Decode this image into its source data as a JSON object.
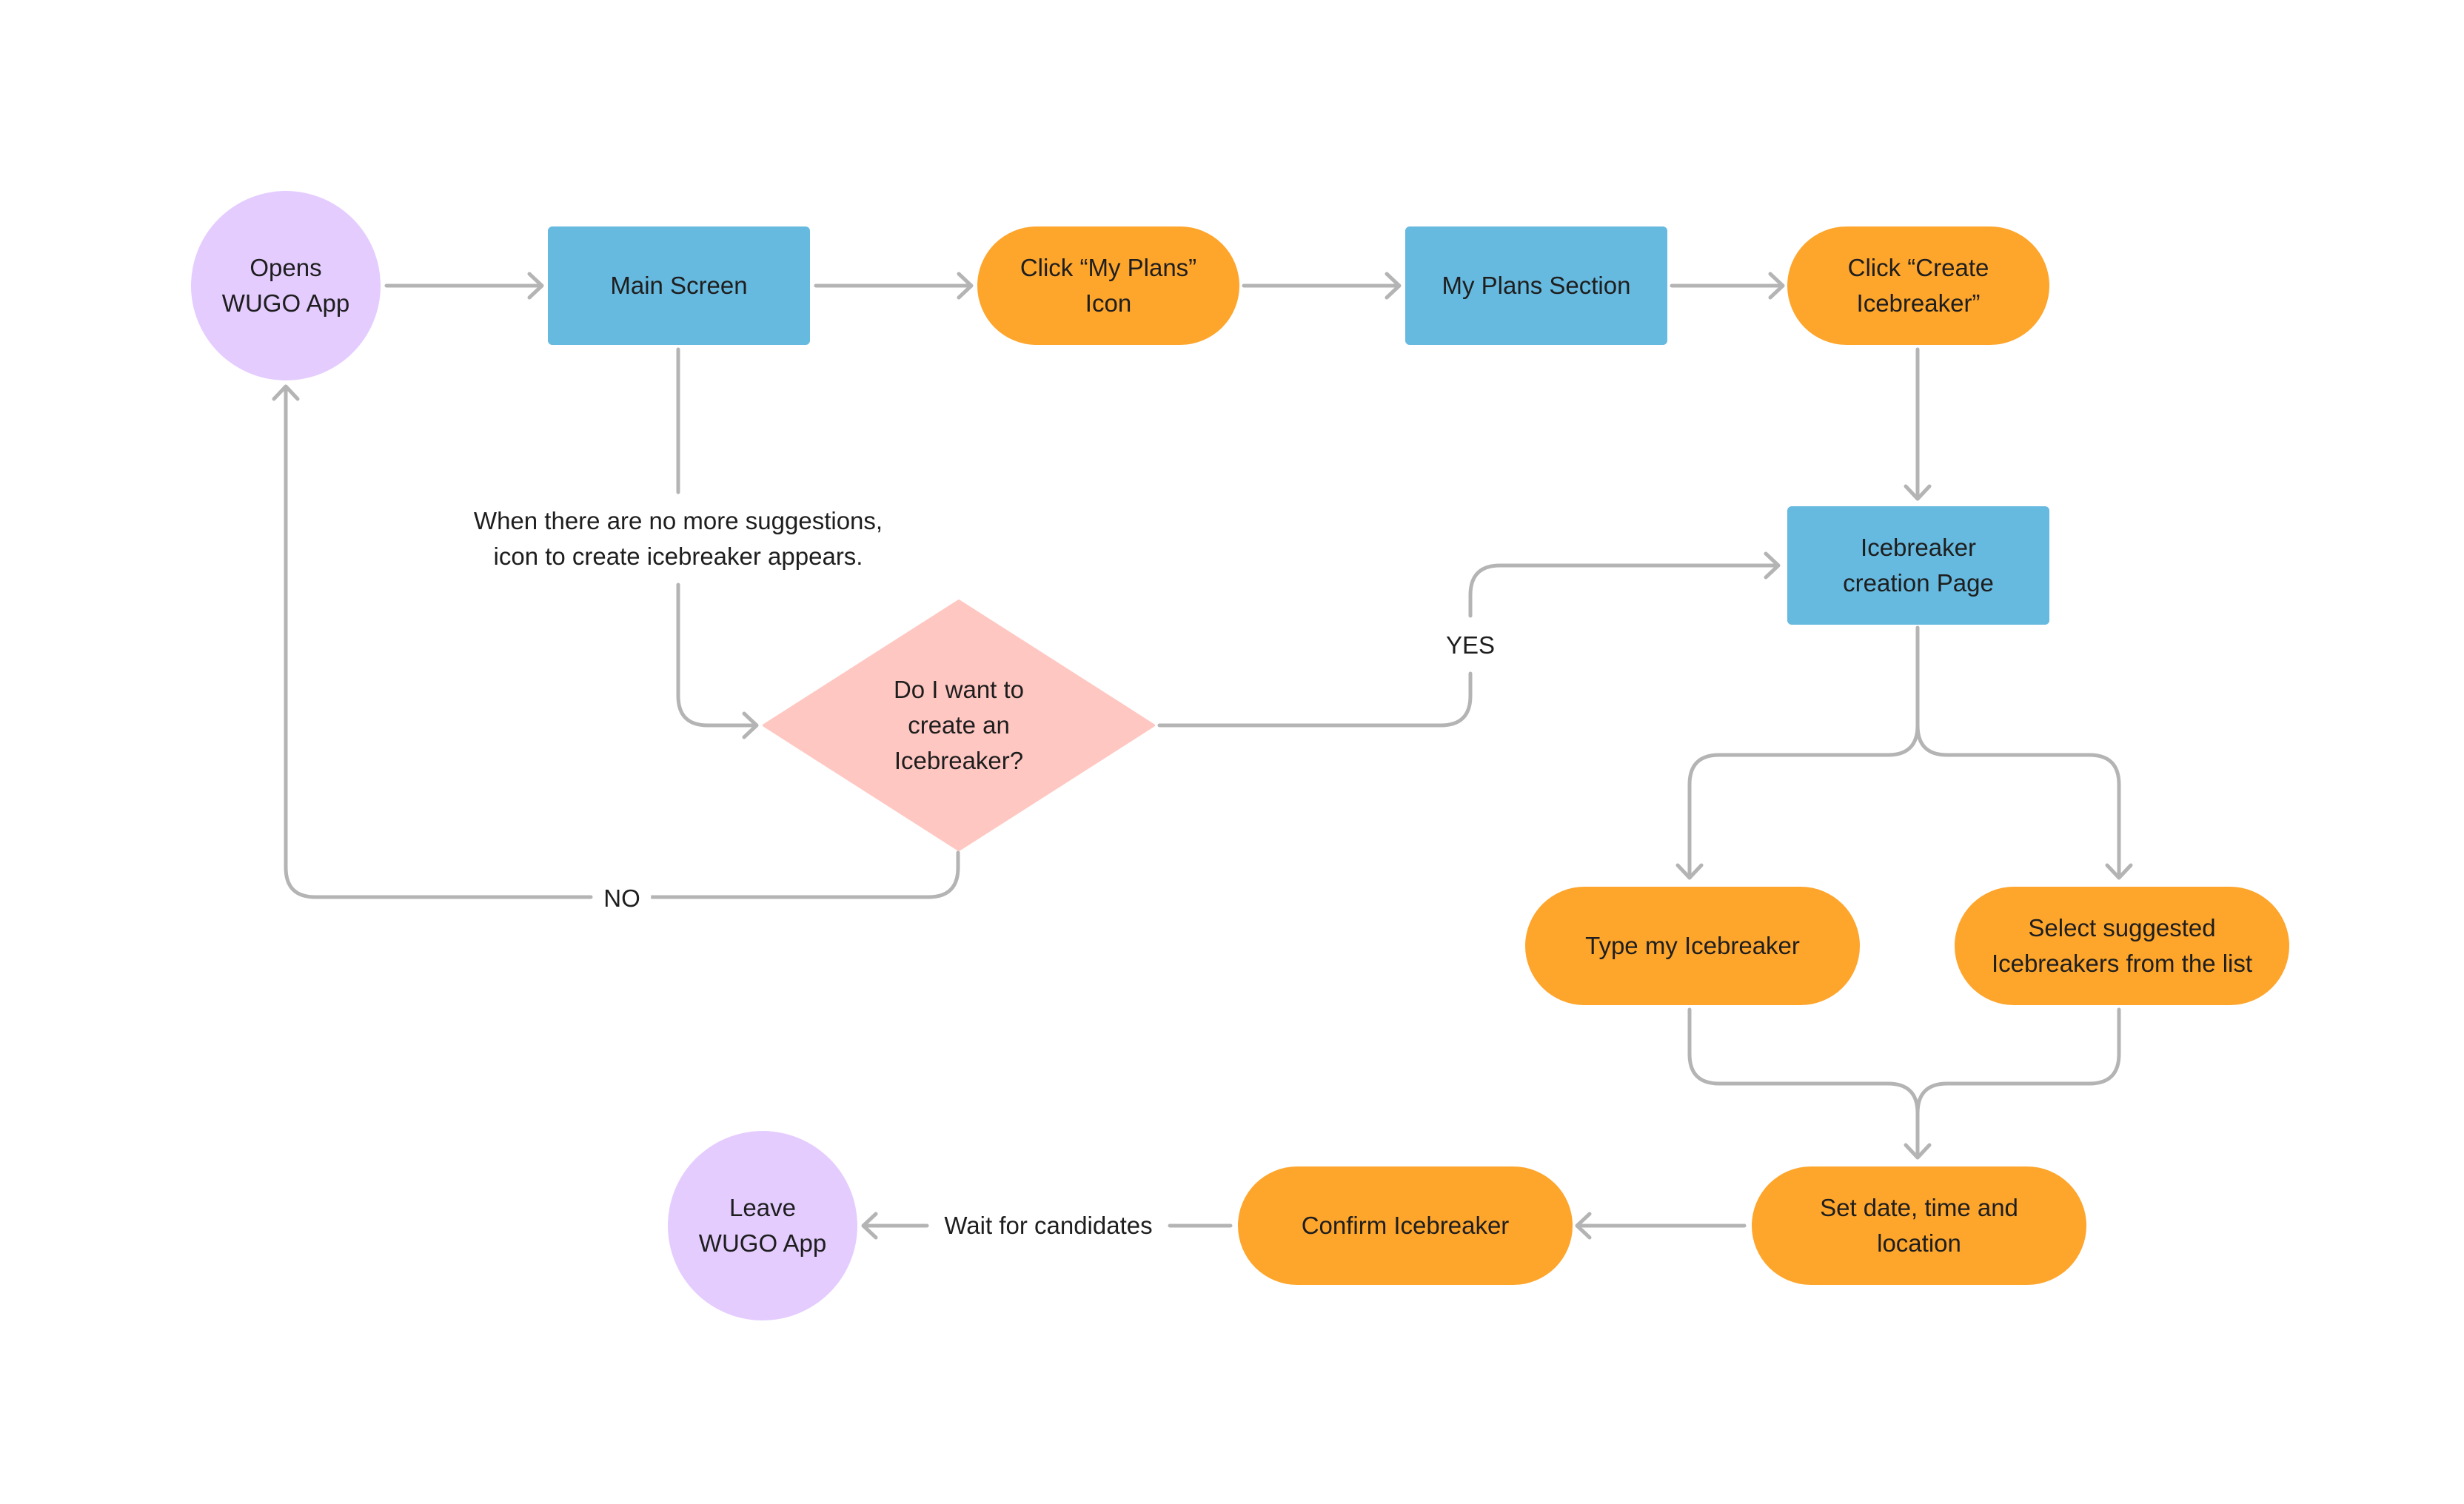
{
  "colors": {
    "start_end": "#e4ccff",
    "screen": "#66b9df",
    "action": "#fea52c",
    "decision": "#ffc7c2",
    "connector": "#b4b4b4"
  },
  "nodes": {
    "opens_app": "Opens\nWUGO App",
    "main_screen": "Main Screen",
    "click_my_plans": "Click “My Plans”\nIcon",
    "my_plans_section": "My Plans Section",
    "click_create": "Click “Create\nIcebreaker”",
    "creation_page": "Icebreaker\ncreation Page",
    "decision": "Do I want to\ncreate an\nIcebreaker?",
    "type_icebreaker": "Type my Icebreaker",
    "select_suggested": "Select suggested\nIcebreakers from the list",
    "set_date": "Set date, time and\nlocation",
    "confirm": "Confirm Icebreaker",
    "leave_app": "Leave\nWUGO App"
  },
  "labels": {
    "no_suggestions": "When there are no more suggestions,\nicon to create icebreaker appears.",
    "yes": "YES",
    "no": "NO",
    "wait": "Wait for candidates"
  }
}
